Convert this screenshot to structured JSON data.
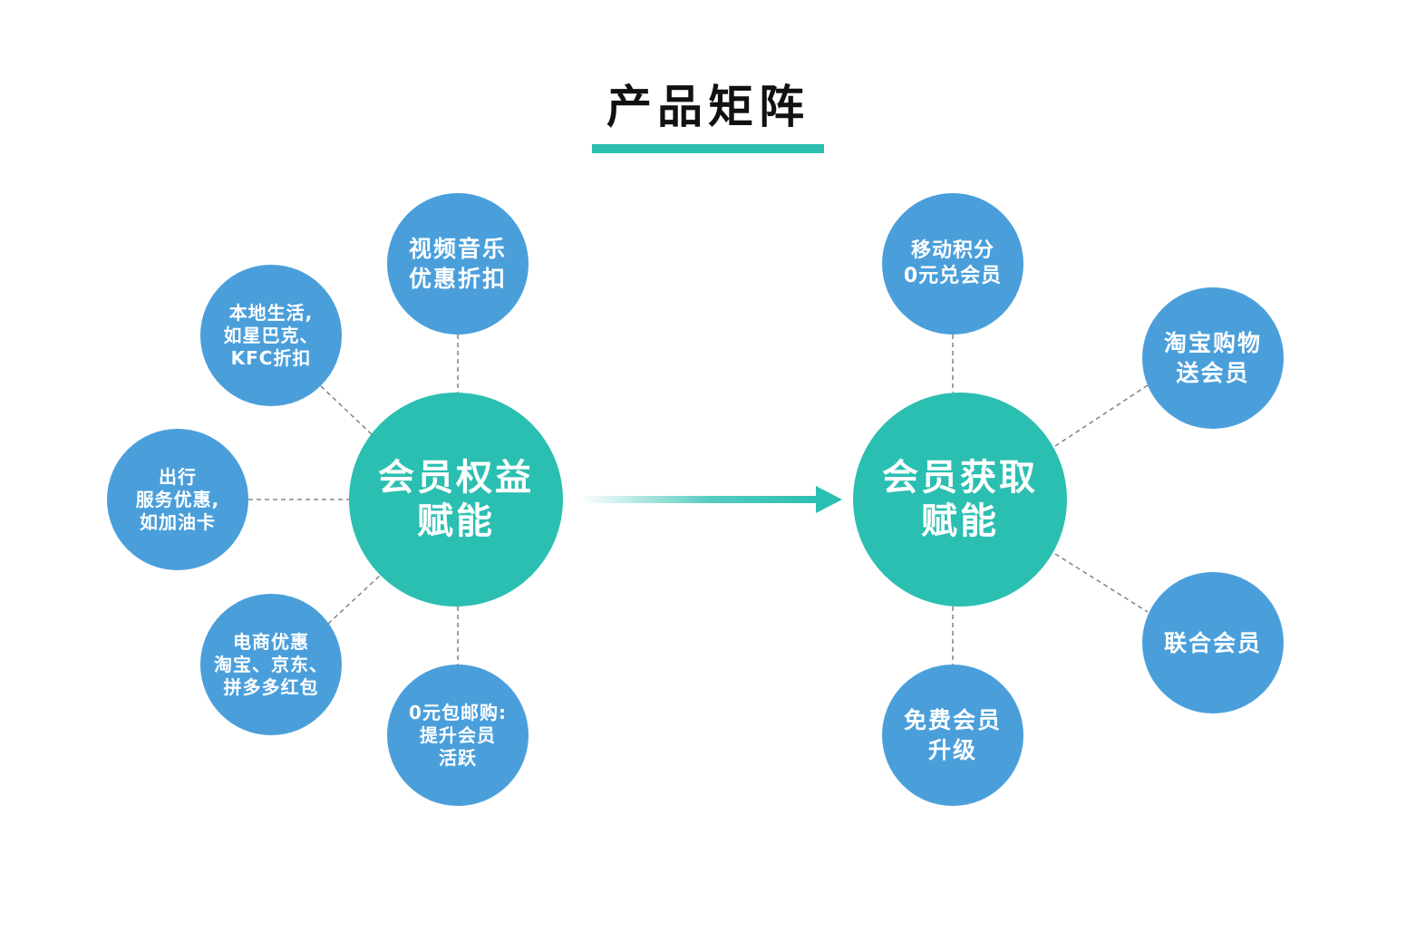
{
  "title": "产品矩阵",
  "colors": {
    "accent": "#2BBFB1",
    "satellite": "#4A9FDB",
    "connector": "#888888",
    "title": "#111111"
  },
  "left_group": {
    "hub": {
      "lines": [
        "会员权益",
        "赋能"
      ]
    },
    "satellites": [
      {
        "id": "video-music",
        "lines": [
          "视频音乐",
          "优惠折扣"
        ]
      },
      {
        "id": "local-life",
        "lines": [
          "本地生活,",
          "如星巴克、",
          "KFC折扣"
        ]
      },
      {
        "id": "travel",
        "lines": [
          "出行",
          "服务优惠,",
          "如加油卡"
        ]
      },
      {
        "id": "ecommerce",
        "lines": [
          "电商优惠",
          "淘宝、京东、",
          "拼多多红包"
        ]
      },
      {
        "id": "free-shipping",
        "lines": [
          "0元包邮购:",
          "提升会员",
          "活跃"
        ]
      }
    ]
  },
  "right_group": {
    "hub": {
      "lines": [
        "会员获取",
        "赋能"
      ]
    },
    "satellites": [
      {
        "id": "mobile-points",
        "lines": [
          "移动积分",
          "0元兑会员"
        ]
      },
      {
        "id": "taobao-shopping",
        "lines": [
          "淘宝购物",
          "送会员"
        ]
      },
      {
        "id": "joint-membership",
        "lines": [
          "联合会员"
        ]
      },
      {
        "id": "free-upgrade",
        "lines": [
          "免费会员",
          "升级"
        ]
      }
    ]
  }
}
